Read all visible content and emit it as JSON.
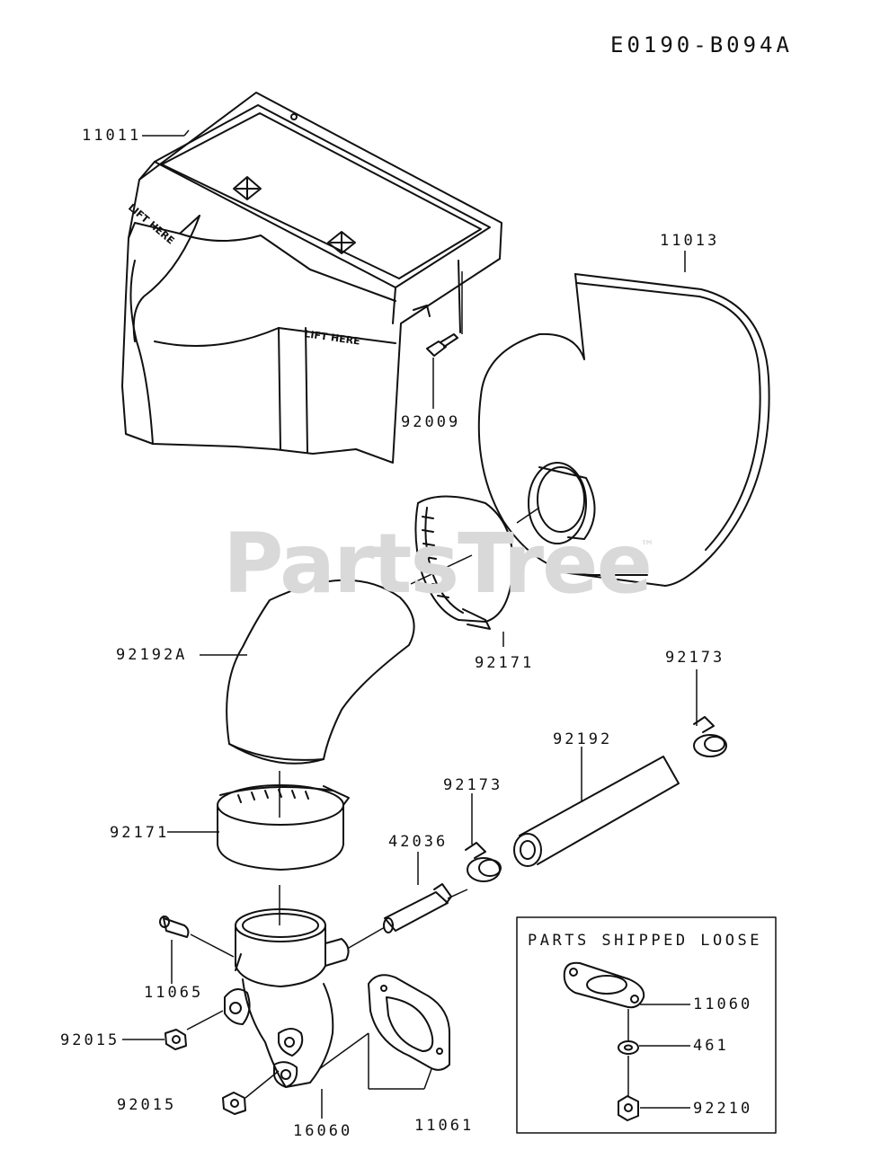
{
  "diagram_code": "E0190-B094A",
  "watermark": "PartsTree",
  "watermark_mark": "™",
  "decal_text": "LIFT HERE",
  "parts_box_title": "PARTS SHIPPED LOOSE",
  "labels": {
    "p11011": "11011",
    "p11013": "11013",
    "p92009": "92009",
    "p92171_top": "92171",
    "p92192A": "92192A",
    "p92173_right": "92173",
    "p92192": "92192",
    "p92173_mid": "92173",
    "p92171_low": "92171",
    "p42036": "42036",
    "p11065": "11065",
    "p92015_a": "92015",
    "p92015_b": "92015",
    "p16060": "16060",
    "p11061": "11061",
    "p11060": "11060",
    "p461": "461",
    "p92210": "92210"
  }
}
